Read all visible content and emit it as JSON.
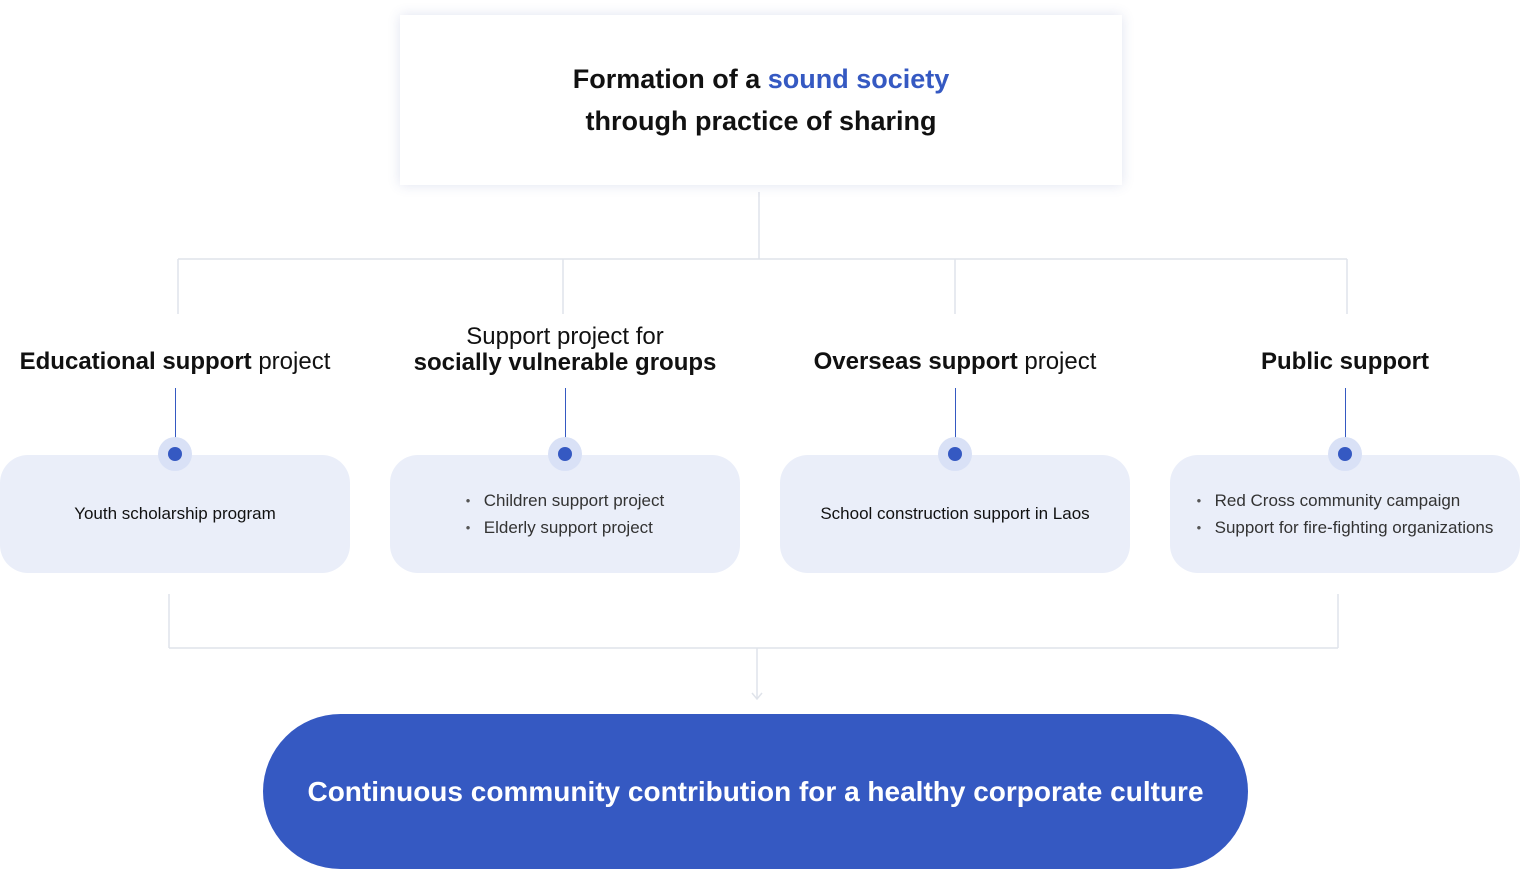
{
  "goal": {
    "line1_prefix": "Formation of a ",
    "line1_accent": "sound society",
    "line2": "through practice of sharing"
  },
  "categories": [
    {
      "bold": "Educational support",
      "normal": " project"
    },
    {
      "line1": "Support project for",
      "line2": "socially vulnerable groups"
    },
    {
      "bold": "Overseas support",
      "normal": " project"
    },
    {
      "bold": "Public support",
      "normal": ""
    }
  ],
  "cards": [
    {
      "text": "Youth scholarship program"
    },
    {
      "items": [
        "Children support project",
        "Elderly support project"
      ]
    },
    {
      "text": "School construction support in Laos"
    },
    {
      "items": [
        "Red Cross community campaign",
        "Support for fire-fighting organizations"
      ]
    }
  ],
  "outcome": "Continuous community contribution for a healthy corporate culture",
  "colors": {
    "accent": "#3559c2",
    "card_bg": "#eaeef9",
    "dot_halo": "#d9e1f6",
    "connector": "#dfe3ea"
  }
}
